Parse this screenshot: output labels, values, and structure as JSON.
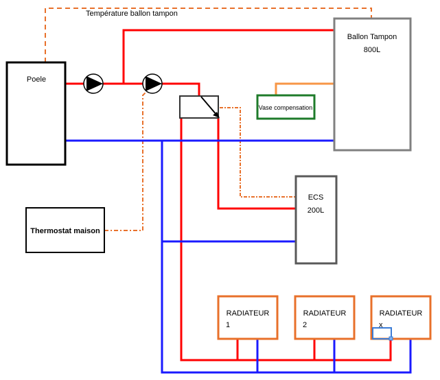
{
  "labels": {
    "temperature_link": "Température ballon tampon",
    "poele": "Poele",
    "ballon_line1": "Ballon Tampon",
    "ballon_line2": "800L",
    "vase": "Vase compensation",
    "ecs_line1": "ECS",
    "ecs_line2": "200L",
    "thermostat": "Thermostat maison",
    "radiators": [
      {
        "line1": "RADIATEUR",
        "line2": "1"
      },
      {
        "line1": "RADIATEUR",
        "line2": "2"
      },
      {
        "line1": "RADIATEUR",
        "line2": "x"
      }
    ]
  },
  "colors": {
    "hot_pipe": "#ff0000",
    "cold_pipe": "#1a1aff",
    "signal": "#e8702a",
    "expansion_pipe": "#f79646",
    "vase_border": "#1e7b2a",
    "radiator_border": "#e8702a",
    "tank_border": "#808080",
    "ecs_border": "#595959"
  }
}
